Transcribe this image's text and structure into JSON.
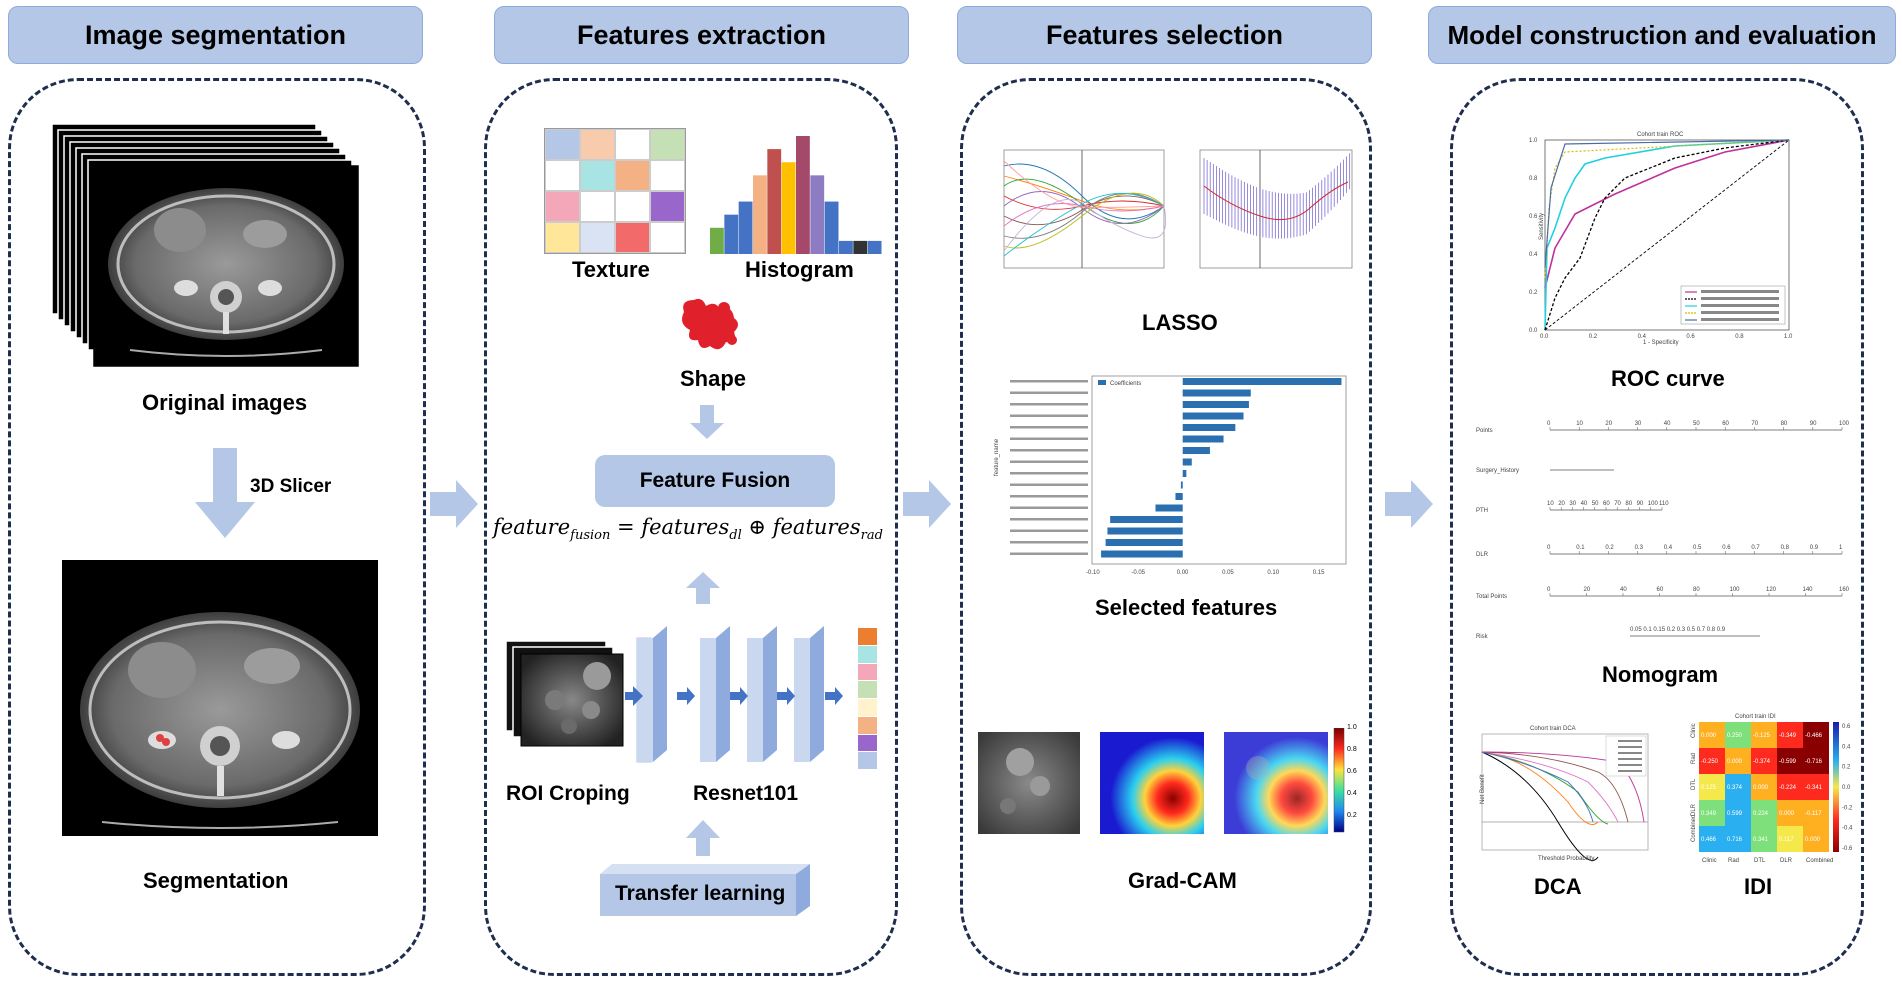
{
  "headers": {
    "seg": "Image segmentation",
    "ext": "Features extraction",
    "sel": "Features selection",
    "model": "Model construction and evaluation"
  },
  "segmentation": {
    "original_label": "Original images",
    "tool_label": "3D Slicer",
    "segmentation_label": "Segmentation"
  },
  "extraction": {
    "texture_label": "Texture",
    "histogram_label": "Histogram",
    "shape_label": "Shape",
    "fusion_label": "Feature Fusion",
    "equation": {
      "lhs": "feature",
      "lhs_sub": "fusion",
      "eq": " = ",
      "term1": "features",
      "term1_sub": "dl",
      "op": " ⊕ ",
      "term2": "features",
      "term2_sub": "rad"
    },
    "roi_label": "ROI Croping",
    "resnet_label": "Resnet101",
    "transfer_label": "Transfer learning",
    "texture_colors": [
      "#b4c7e7",
      "#f8cbad",
      "#ffffff",
      "#c5e0b4",
      "#ffffff",
      "#a9e4e4",
      "#f4b183",
      "#ffffff",
      "#f4a7b9",
      "#ffffff",
      "#ffffff",
      "#9966cc",
      "#ffe699",
      "#dae3f3",
      "#f36a6a",
      "#ffffff"
    ],
    "histogram_values": [
      2,
      3,
      4,
      6,
      8,
      7,
      9,
      6,
      4,
      1,
      1,
      1
    ],
    "histogram_colors": [
      "#70ad47",
      "#4472c4",
      "#4472c4",
      "#f4b183",
      "#c0504d",
      "#ffc000",
      "#a5496a",
      "#8e7cc3",
      "#4472c4",
      "#4472c4",
      "#333333",
      "#4472c4"
    ],
    "feature_vector_colors": [
      "#ed7d31",
      "#a9e4e4",
      "#f4a7b9",
      "#c5e0b4",
      "#fff2cc",
      "#f4b183",
      "#9966cc",
      "#b4c7e7"
    ]
  },
  "selection": {
    "lasso_label": "LASSO",
    "selected_label": "Selected features",
    "gradcam_label": "Grad-CAM",
    "coef_legend": "Coefficients",
    "coef_axis_title": "feature_name",
    "coef_ticks": [
      "-0.10",
      "-0.05",
      "0.00",
      "0.05",
      "0.10",
      "0.15"
    ],
    "colorbar_ticks": [
      "1.0",
      "0.8",
      "0.6",
      "0.4",
      "0.2"
    ]
  },
  "model": {
    "roc_label": "ROC curve",
    "nomogram_label": "Nomogram",
    "dca_label": "DCA",
    "idi_label": "IDI",
    "roc_title": "Cohort train ROC",
    "roc_xlabel": "1 - Specificity",
    "roc_ylabel": "Sensitivity",
    "roc_ticks": [
      "0.0",
      "0.2",
      "0.4",
      "0.6",
      "0.8",
      "1.0"
    ],
    "nomogram_rows": [
      "Points",
      "Surgery_History",
      "PTH",
      "DLR",
      "Total Points",
      "Risk"
    ],
    "nomogram_points_ticks": [
      "0",
      "10",
      "20",
      "30",
      "40",
      "50",
      "60",
      "70",
      "80",
      "90",
      "100"
    ],
    "nomogram_pth_ticks": [
      "10",
      "20",
      "30",
      "40",
      "50",
      "60",
      "70",
      "80",
      "90",
      "100",
      "110"
    ],
    "nomogram_dlr_ticks": [
      "0",
      "0.1",
      "0.2",
      "0.3",
      "0.4",
      "0.5",
      "0.6",
      "0.7",
      "0.8",
      "0.9",
      "1"
    ],
    "nomogram_total_ticks": [
      "0",
      "20",
      "40",
      "60",
      "80",
      "100",
      "120",
      "140",
      "160"
    ],
    "nomogram_risk_ticks": "0.05 0.1 0.15 0.2 0.3 0.5 0.7 0.8 0.9",
    "dca_title": "Cohort train DCA",
    "dca_xlabel": "Threshold Probability",
    "dca_ylabel": "Net Benefit",
    "idi_title": "Cohort train IDI",
    "idi_labels": [
      "Clinic",
      "Rad",
      "DTL",
      "DLR",
      "Combined"
    ],
    "idi_matrix": [
      [
        "0.000",
        "0.250",
        "-0.125",
        "-0.349",
        "-0.466"
      ],
      [
        "-0.250",
        "0.000",
        "-0.374",
        "-0.599",
        "-0.716"
      ],
      [
        "0.125",
        "0.374",
        "0.000",
        "-0.224",
        "-0.341"
      ],
      [
        "0.349",
        "0.599",
        "0.224",
        "0.000",
        "-0.117"
      ],
      [
        "0.466",
        "0.716",
        "0.341",
        "0.117",
        "0.000"
      ]
    ],
    "idi_colorbar_ticks": [
      "0.6",
      "0.4",
      "0.2",
      "0.0",
      "-0.2",
      "-0.4",
      "-0.6"
    ]
  }
}
